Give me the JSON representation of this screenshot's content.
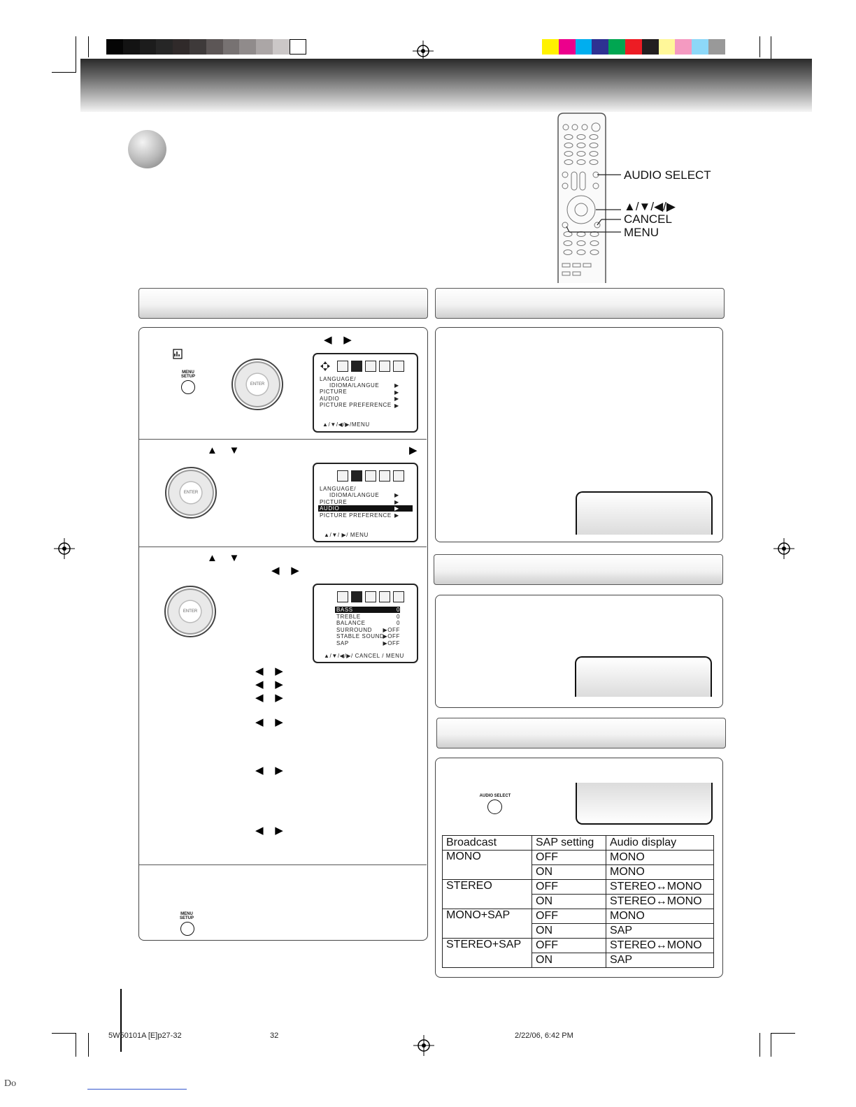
{
  "colors": {
    "gray_swatches": [
      "#050505",
      "#131313",
      "#1c1c1c",
      "#262626",
      "#302a2a",
      "#3e3a3a",
      "#5c5656",
      "#777272",
      "#908b8b",
      "#aba6a6",
      "#cbc7c7",
      "#ffffff"
    ],
    "color_swatches": [
      "#fff200",
      "#ec008c",
      "#00aeef",
      "#2e3192",
      "#00a651",
      "#ed1c24",
      "#231f20",
      "#fff799",
      "#f49ac1",
      "#8dd8f8",
      "#999999"
    ]
  },
  "remote": {
    "callouts": {
      "audio_select": "AUDIO SELECT",
      "arrows": "▲/▼/◀/▶",
      "cancel": "CANCEL",
      "menu": "MENU"
    }
  },
  "steps": {
    "step1_arrows": "◀    ▶",
    "step1_menu_label": "MENU\nSETUP",
    "osd1": {
      "lines": [
        "LANGUAGE/",
        "IDIOMA/LANGUE",
        "PICTURE",
        "AUDIO",
        "PICTURE  PREFERENCE"
      ],
      "footer": "▲/▼/◀/▶/MENU"
    },
    "step2_arrows": "▲    ▼",
    "step2_right": "▶",
    "osd2": {
      "lines": [
        "LANGUAGE/",
        "IDIOMA/LANGUE",
        "PICTURE",
        "AUDIO",
        "PICTURE  PREFERENCE"
      ],
      "footer": "▲/▼/ ▶/ MENU"
    },
    "step3_arrows_ud": "▲    ▼",
    "step3_arrows_lr": "◀    ▶",
    "osd3": {
      "rows": [
        {
          "label": "BASS",
          "value": "0"
        },
        {
          "label": "TREBLE",
          "value": "0"
        },
        {
          "label": "BALANCE",
          "value": "0"
        },
        {
          "label": "SURROUND",
          "value": "▶OFF"
        },
        {
          "label": "STABLE SOUND",
          "value": "▶OFF"
        },
        {
          "label": "SAP",
          "value": "▶OFF"
        }
      ],
      "footer": "▲/▼/◀/▶/ CANCEL / MENU"
    },
    "lr_pair": "◀    ▶",
    "step4_menu_label": "MENU\nSETUP",
    "enter_label": "ENTER"
  },
  "audio_select_label": "AUDIO SELECT",
  "audio_table": {
    "headers": [
      "Broadcast",
      "SAP setting",
      "Audio display"
    ],
    "rows": [
      [
        "MONO",
        "OFF",
        "MONO"
      ],
      [
        "",
        "ON",
        "MONO"
      ],
      [
        "STEREO",
        "OFF",
        "STEREO↔MONO"
      ],
      [
        "",
        "ON",
        "STEREO↔MONO"
      ],
      [
        "MONO+SAP",
        "OFF",
        "MONO"
      ],
      [
        "",
        "ON",
        "SAP"
      ],
      [
        "STEREO+SAP",
        "OFF",
        "STEREO↔MONO"
      ],
      [
        "",
        "ON",
        "SAP"
      ]
    ]
  },
  "footer": {
    "file": "5W50101A [E]p27-32",
    "page": "32",
    "date": "2/22/06, 6:42 PM",
    "corner": "Do"
  }
}
